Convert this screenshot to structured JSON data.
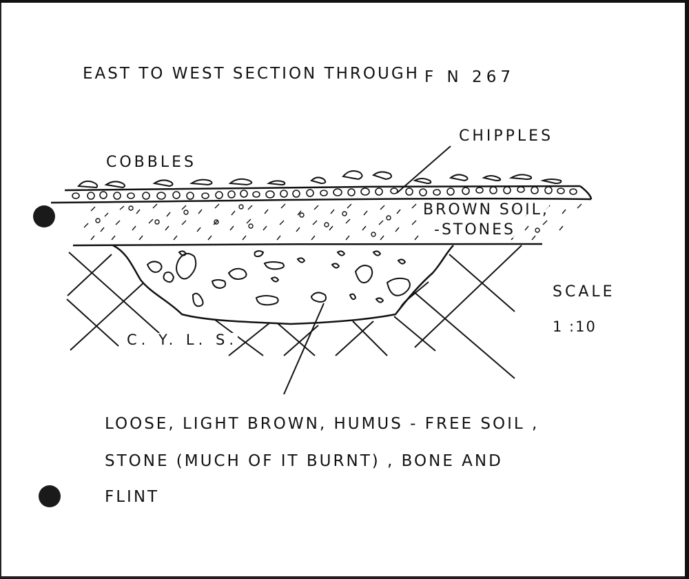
{
  "title": "EAST TO WEST SECTION THROUGH",
  "feature_id": "F N  267",
  "labels": {
    "cobbles": "COBBLES",
    "chipples": "CHIPPLES",
    "brown_soil": "BROWN SOIL,",
    "stones": "-STONES",
    "cyls": "C. Y. L. S.",
    "scale_title": "SCALE",
    "scale_value": "1 :10"
  },
  "description": {
    "line1": "LOOSE, LIGHT BROWN, HUMUS - FREE SOIL  ,",
    "line2": "STONE  (MUCH OF IT BURNT) , BONE AND",
    "line3": "FLINT"
  },
  "colors": {
    "ink": "#111111",
    "paper": "#ffffff",
    "background": "#111111"
  }
}
